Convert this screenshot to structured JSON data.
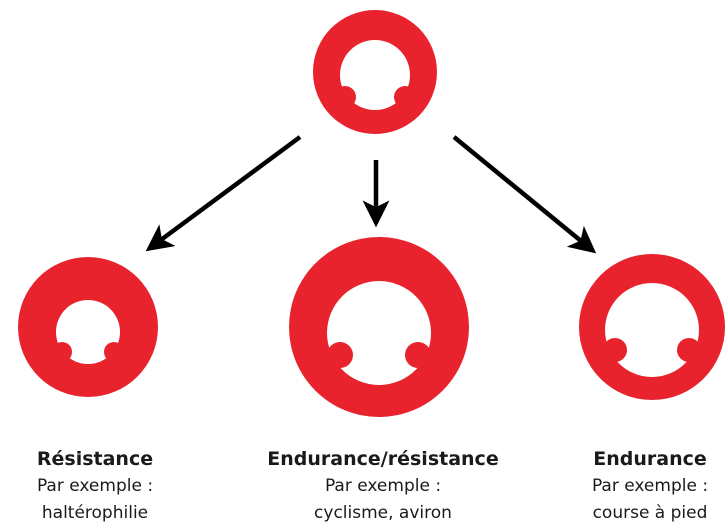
{
  "colors": {
    "heart": "#e8232e",
    "arrow": "#000000",
    "text": "#1a1a1a"
  },
  "diagram": {
    "origin": {
      "name": "normal-heart-icon"
    },
    "outcomes": [
      {
        "name": "resistance-heart-icon",
        "title": "Résistance",
        "example_label": "Par exemple :",
        "example": "haltérophilie"
      },
      {
        "name": "endurance-resistance-heart-icon",
        "title": "Endurance/résistance",
        "example_label": "Par exemple :",
        "example": "cyclisme, aviron"
      },
      {
        "name": "endurance-heart-icon",
        "title": "Endurance",
        "example_label": "Par exemple :",
        "example": "course à pied"
      }
    ]
  }
}
